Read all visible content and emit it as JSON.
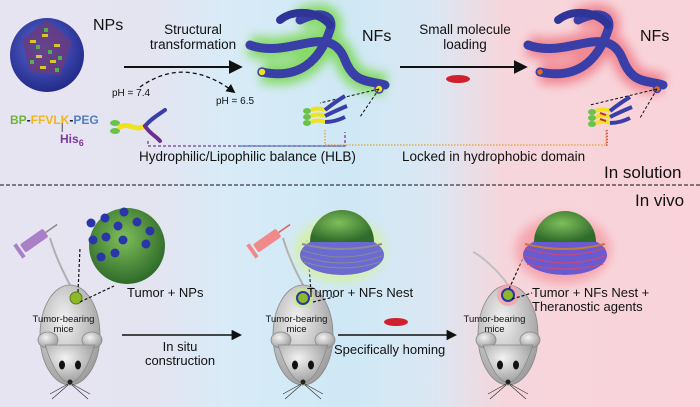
{
  "sections": {
    "top_label": "In solution",
    "bottom_label": "In vivo"
  },
  "top": {
    "np_label": "NPs",
    "nf_label_1": "NFs",
    "nf_label_2": "NFs",
    "arrow1_label_line1": "Structural",
    "arrow1_label_line2": "transformation",
    "arrow2_label_line1": "Small molecule",
    "arrow2_label_line2": "loading",
    "ph_start": "pH = 7.4",
    "ph_end": "pH = 6.5",
    "molecule": {
      "bp": "BP",
      "ffvlk": "FFVLK",
      "peg": "PEG",
      "his": "His",
      "his_sub": "6",
      "colors": {
        "bp": "#6db33f",
        "ffvlk": "#f2b51c",
        "peg": "#4f7fc4",
        "his": "#7a3a9a"
      }
    },
    "hlb_label": "Hydrophilic/Lipophilic balance (HLB)",
    "locked_label": "Locked in hydrophobic domain"
  },
  "bottom": {
    "stage1": {
      "mouse_label_1": "Tumor-bearing",
      "mouse_label_2": "mice",
      "caption": "Tumor + NPs"
    },
    "stage2": {
      "mouse_label_1": "Tumor-bearing",
      "mouse_label_2": "mice",
      "caption": "Tumor + NFs Nest"
    },
    "stage3": {
      "mouse_label_1": "Tumor-bearing",
      "mouse_label_2": "mice",
      "caption_line1": "Tumor + NFs Nest +",
      "caption_line2": "Theranostic agents"
    },
    "arrow1_label_line1": "In situ",
    "arrow1_label_line2": "construction",
    "arrow2_label": "Specifically homing"
  },
  "colors": {
    "fiber": "#3a3fa8",
    "green_glow": "#7ed957",
    "red_glow": "#f07a86",
    "drug": "#d0202e"
  }
}
